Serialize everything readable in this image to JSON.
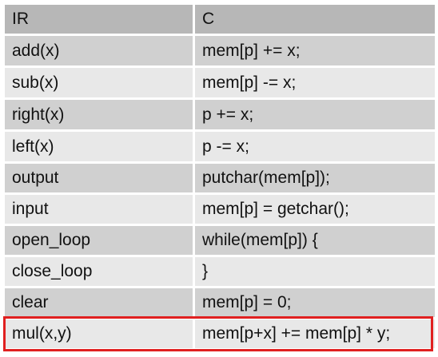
{
  "table": {
    "headers": [
      "IR",
      "C"
    ],
    "rows": [
      [
        "add(x)",
        "mem[p] += x;"
      ],
      [
        "sub(x)",
        "mem[p] -= x;"
      ],
      [
        "right(x)",
        "p += x;"
      ],
      [
        "left(x)",
        "p -= x;"
      ],
      [
        "output",
        "putchar(mem[p]);"
      ],
      [
        "input",
        "mem[p] = getchar();"
      ],
      [
        "open_loop",
        "while(mem[p]) {"
      ],
      [
        "close_loop",
        "}"
      ],
      [
        "clear",
        "mem[p] = 0;"
      ],
      [
        "mul(x,y)",
        "mem[p+x] += mem[p] * y;"
      ]
    ]
  },
  "highlight": {
    "row": "mul(x,y)",
    "color": "#e02020"
  },
  "colors": {
    "header_bg": "#b7b7b7",
    "row_dark": "#d0d0d0",
    "row_light": "#e8e8e8"
  }
}
